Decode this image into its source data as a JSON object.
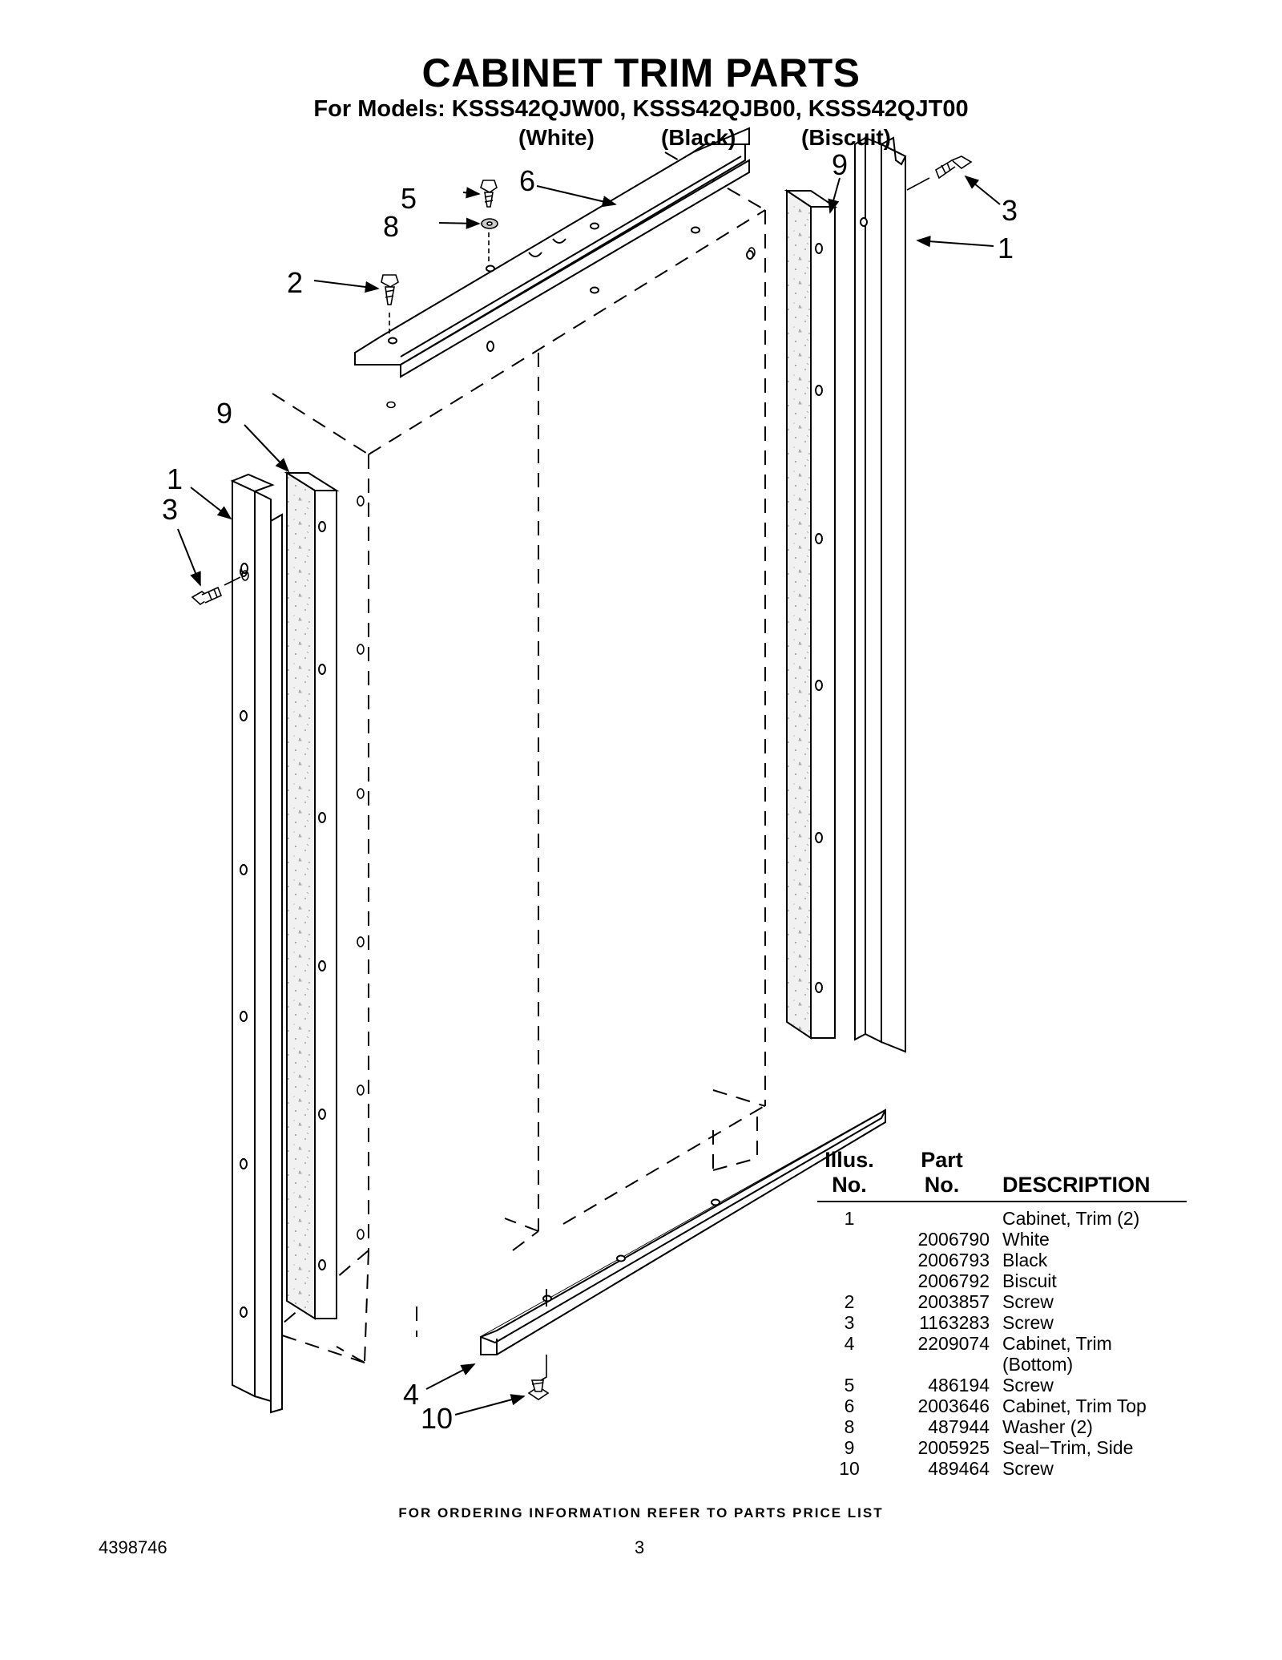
{
  "header": {
    "title": "CABINET TRIM PARTS",
    "models_line": "For Models: KSSS42QJW00, KSSS42QJB00, KSSS42QJT00",
    "variants": [
      "(White)",
      "(Black)",
      "(Biscuit)"
    ]
  },
  "callouts": [
    "9",
    "5",
    "6",
    "3",
    "8",
    "1",
    "2",
    "9",
    "1",
    "3",
    "4",
    "10"
  ],
  "parts_table": {
    "headers": {
      "illus_line1": "Illus.",
      "illus_line2": "No.",
      "part_line1": "Part",
      "part_line2": "No.",
      "description": "DESCRIPTION"
    },
    "rows": [
      {
        "illus": "1",
        "part": "",
        "desc": "Cabinet, Trim (2)"
      },
      {
        "illus": "",
        "part": "2006790",
        "desc": "White"
      },
      {
        "illus": "",
        "part": "2006793",
        "desc": "Black"
      },
      {
        "illus": "",
        "part": "2006792",
        "desc": "Biscuit"
      },
      {
        "illus": "2",
        "part": "2003857",
        "desc": "Screw"
      },
      {
        "illus": "3",
        "part": "1163283",
        "desc": "Screw"
      },
      {
        "illus": "4",
        "part": "2209074",
        "desc": "Cabinet, Trim"
      },
      {
        "illus": "",
        "part": "",
        "desc": "(Bottom)"
      },
      {
        "illus": "5",
        "part": "486194",
        "desc": "Screw"
      },
      {
        "illus": "6",
        "part": "2003646",
        "desc": "Cabinet, Trim Top"
      },
      {
        "illus": "8",
        "part": "487944",
        "desc": "Washer (2)"
      },
      {
        "illus": "9",
        "part": "2005925",
        "desc": "Seal−Trim, Side"
      },
      {
        "illus": "10",
        "part": "489464",
        "desc": "Screw"
      }
    ]
  },
  "footer": {
    "note": "FOR ORDERING INFORMATION REFER TO PARTS PRICE LIST",
    "doc_number": "4398746",
    "page_number": "3"
  }
}
